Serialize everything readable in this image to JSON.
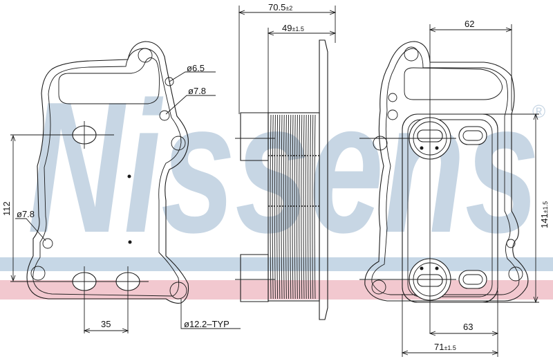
{
  "watermark": {
    "text": "Nissens",
    "mark": "®"
  },
  "colors": {
    "watermark_blue": "#c7d6e4",
    "band_pink": "#f2c8cf",
    "band_blue": "#c6d7e6",
    "line": "#1a1a1a"
  },
  "left_view": {
    "dia_65": "ø6.5",
    "dia_78_top": "ø7.8",
    "dia_78_left": "ø7.8",
    "dim_112": "112",
    "dim_35": "35",
    "dia_122": "ø12.2–TYP"
  },
  "side_view": {
    "dim_705": "70.5",
    "dim_705_tol": "±2",
    "dim_49": "49",
    "dim_49_tol": "±1.5"
  },
  "right_view": {
    "dim_62": "62",
    "dim_141": "141",
    "dim_141_tol": "±1.5",
    "dim_63": "63",
    "dim_71": "71",
    "dim_71_tol": "±1.5"
  }
}
